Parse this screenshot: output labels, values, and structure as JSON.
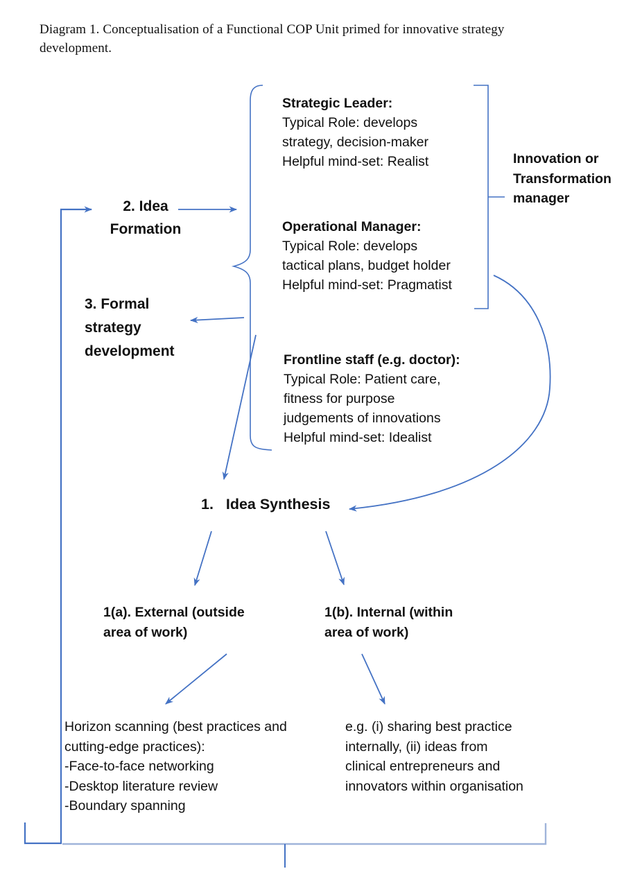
{
  "title": "Diagram 1. Conceptualisation of a Functional COP Unit primed for innovative strategy\ndevelopment.",
  "accent": {
    "line_color": "#4472C4",
    "line_color_light": "#9FB4DA",
    "text_color": "#111111"
  },
  "nodes": {
    "idea_formation": "2. Idea\nFormation",
    "formal_strategy": "3. Formal\nstrategy\ndevelopment",
    "idea_synthesis": "1.   Idea Synthesis",
    "external_source": "1(a). External (outside\narea of work)",
    "internal_source": "1(b). Internal (within\narea of work)",
    "external_examples": "Horizon scanning (best practices and\ncutting-edge practices):\n-Face-to-face networking\n-Desktop literature review\n-Boundary spanning",
    "internal_examples": "e.g. (i) sharing best practice\ninternally, (ii) ideas from\nclinical entrepreneurs and\ninnovators within organisation",
    "manager_label": "Innovation or\nTransformation\nmanager"
  },
  "roles": [
    {
      "title": "Strategic Leader:",
      "body": "Typical Role: develops\nstrategy, decision-maker\nHelpful mind-set: Realist"
    },
    {
      "title": "Operational Manager:",
      "body": "Typical Role: develops\ntactical plans, budget holder\nHelpful mind-set: Pragmatist"
    },
    {
      "title": "Frontline staff (e.g. doctor):",
      "body": "Typical Role: Patient care,\nfitness for purpose\njudgements of innovations\nHelpful mind-set: Idealist"
    }
  ]
}
